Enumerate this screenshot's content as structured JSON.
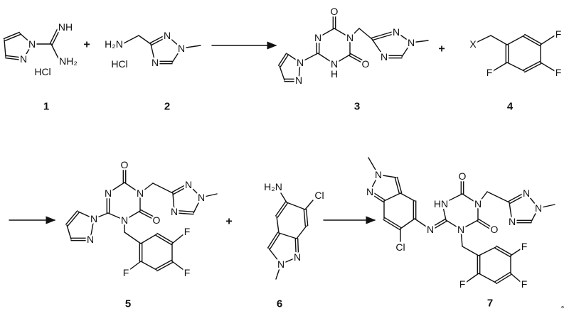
{
  "molecules": [
    {
      "number": "1",
      "atoms": [
        "N",
        "N",
        "NH",
        "NH₂",
        "HCl"
      ]
    },
    {
      "number": "2",
      "atoms": [
        "H₂N",
        "N",
        "N",
        "N",
        "HCl"
      ]
    },
    {
      "number": "3",
      "atoms": [
        "N",
        "O",
        "N",
        "O",
        "N",
        "H",
        "N",
        "N",
        "N",
        "N",
        "N"
      ]
    },
    {
      "number": "4",
      "atoms": [
        "X",
        "F",
        "F",
        "F"
      ]
    },
    {
      "number": "5",
      "atoms": [
        "N",
        "N",
        "N",
        "O",
        "N",
        "O",
        "N",
        "N",
        "N",
        "N",
        "F",
        "F",
        "F"
      ]
    },
    {
      "number": "6",
      "atoms": [
        "H₂N",
        "Cl",
        "N",
        "N"
      ]
    },
    {
      "number": "7",
      "atoms": [
        "N",
        "N",
        "Cl",
        "N",
        "HN",
        "O",
        "N",
        "O",
        "N",
        "N",
        "N",
        "N",
        "F",
        "F",
        "F"
      ]
    }
  ],
  "plus_signs": [
    "+",
    "+",
    "+"
  ],
  "trailing_mark": "°"
}
